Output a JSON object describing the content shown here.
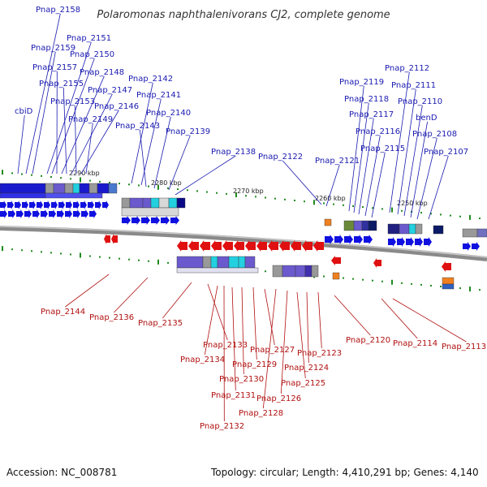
{
  "title": "Polaromonas naphthalenivorans CJ2, complete genome",
  "scale_labels": [
    "2290 kbp",
    "2280 kbp",
    "2270 kbp",
    "2260 kbp",
    "2250 kbp"
  ],
  "top_genes": [
    "Pnap_2158",
    "Pnap_2159",
    "Pnap_2151",
    "Pnap_2150",
    "Pnap_2157",
    "Pnap_2148",
    "Pnap_2155",
    "Pnap_2147",
    "Pnap_2153",
    "Pnap_2146",
    "cbiD",
    "Pnap_2149",
    "Pnap_2142",
    "Pnap_2141",
    "Pnap_2140",
    "Pnap_2143",
    "Pnap_2139",
    "Pnap_2138",
    "Pnap_2122",
    "Pnap_2121",
    "Pnap_2119",
    "Pnap_2118",
    "Pnap_2117",
    "Pnap_2116",
    "Pnap_2115",
    "Pnap_2112",
    "Pnap_2111",
    "Pnap_2110",
    "benD",
    "Pnap_2108",
    "Pnap_2107"
  ],
  "bottom_genes": [
    "Pnap_2144",
    "Pnap_2136",
    "Pnap_2135",
    "Pnap_2133",
    "Pnap_2134",
    "Pnap_2127",
    "Pnap_2129",
    "Pnap_2130",
    "Pnap_2131",
    "Pnap_2132",
    "Pnap_2128",
    "Pnap_2126",
    "Pnap_2125",
    "Pnap_2124",
    "Pnap_2123",
    "Pnap_2120",
    "Pnap_2114",
    "Pnap_2113"
  ],
  "footer": {
    "accession": "Accession: NC_008781",
    "topology": "Topology: circular; Length: 4,410,291 bp; Genes: 4,140"
  },
  "colors": {
    "forward": "#1010e0",
    "reverse": "#e01010",
    "label_forward": "#1a1ab0",
    "label_reverse": "#b01010",
    "backbone": "#8a8a8a",
    "tick": "#1f8a1f"
  }
}
